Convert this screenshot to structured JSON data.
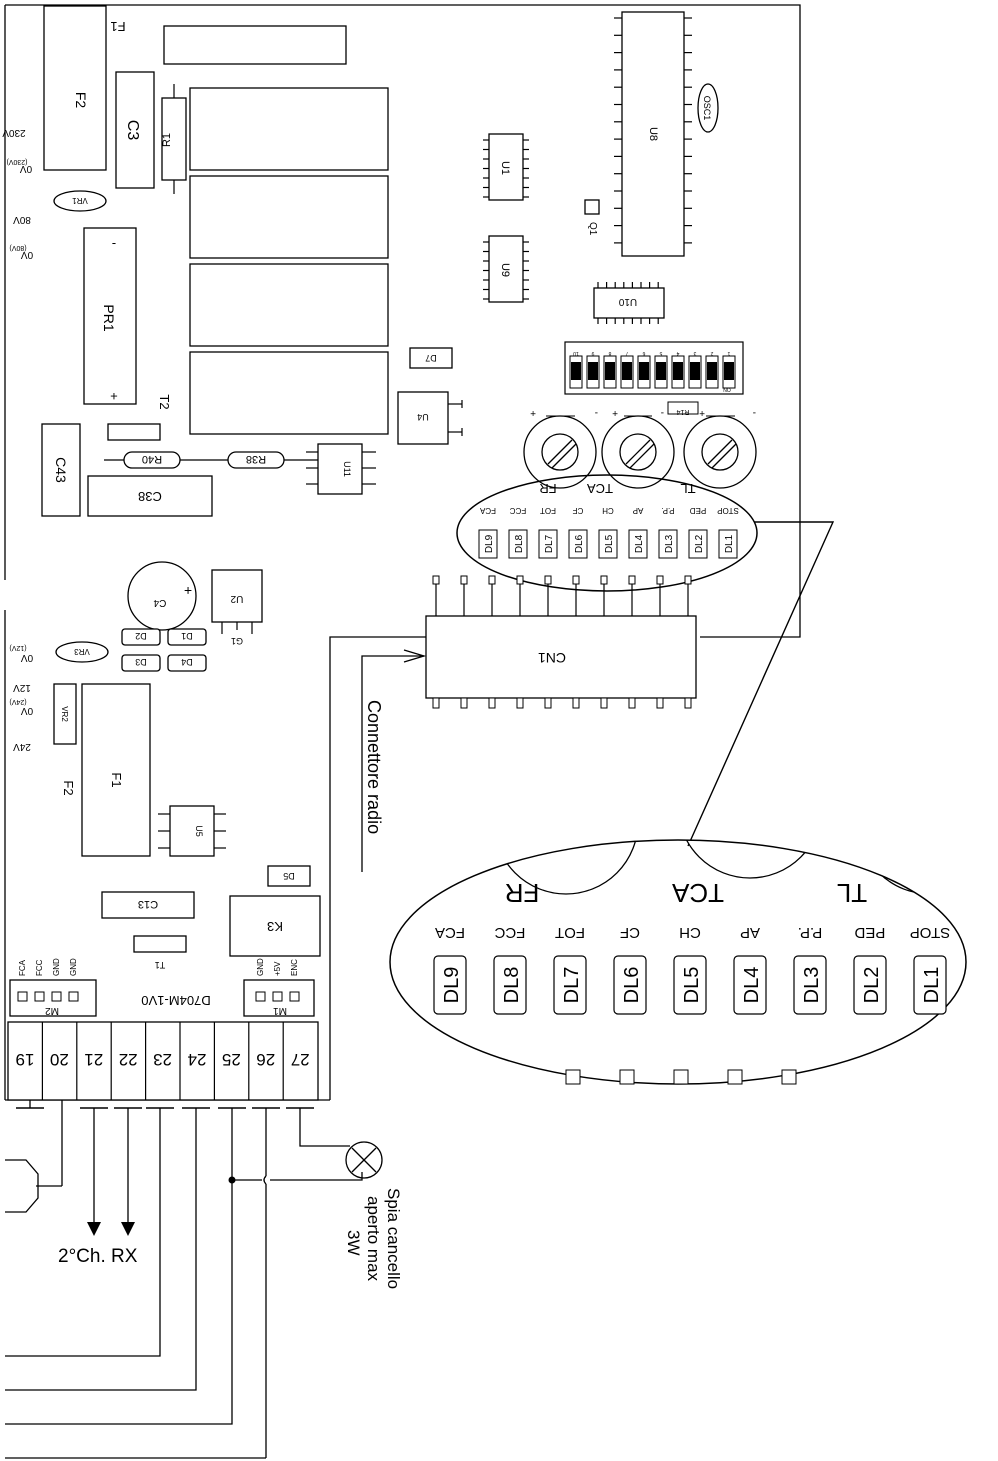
{
  "labels": {
    "board_code": "D704M-1V0",
    "cn1": "CN1",
    "f1_top": "F1",
    "f2_top": "F2",
    "f1_low": "F1",
    "f2_low": "F2",
    "c3": "C3",
    "r1": "R1",
    "u1": "U1",
    "u8": "U8",
    "u9": "U9",
    "u10": "U10",
    "osc1": "OSC1",
    "q1": "Q1",
    "pr1": "PR1",
    "t2": "T2",
    "c43": "C43",
    "r40": "R40",
    "r38": "R38",
    "c38": "C38",
    "u11": "U11",
    "u4": "U4",
    "d7": "D7",
    "r14": "R14",
    "c4": "C4",
    "u2": "U2",
    "g1": "G1",
    "d1": "D1",
    "d2": "D2",
    "d3": "D3",
    "d4": "D4",
    "vr1": "VR1",
    "vr2": "VR2",
    "vr3": "VR3",
    "u5": "U5",
    "d5": "D5",
    "c13": "C13",
    "k3": "K3",
    "t1": "T1",
    "m1": "M1",
    "m2": "M2",
    "pr1_minus": "-",
    "pr1_plus": "+",
    "c4_plus": "+",
    "v230": "230V",
    "v0_230": "0V",
    "v0_230_paren": "(230V)",
    "v80": "80V",
    "v0_80": "0V",
    "v0_80_paren": "(80V)",
    "v0_12": "0V",
    "v0_12_paren": "(12V)",
    "v12": "12V",
    "v0_24": "0V",
    "v0_24_paren": "(24V)",
    "v24": "24V",
    "connettore_radio": "Connettore radio",
    "spia_line1": "Spia cancello",
    "spia_line2": "aperto max",
    "spia_line3": "3W",
    "ch2_rx": "2°Ch. RX"
  },
  "trimmers": [
    "FR",
    "TCA",
    "TL"
  ],
  "led_functions": [
    "FCA",
    "FCC",
    "FOT",
    "CF",
    "CH",
    "AP",
    "P.P.",
    "PED",
    "STOP"
  ],
  "leds": [
    "DL9",
    "DL8",
    "DL7",
    "DL6",
    "DL5",
    "DL4",
    "DL3",
    "DL2",
    "DL1"
  ],
  "terminals": [
    "19",
    "20",
    "21",
    "22",
    "23",
    "24",
    "25",
    "26",
    "27"
  ],
  "m1_pins": [
    "GND",
    "+5V",
    "ENC"
  ],
  "m2_pins": [
    "FCA",
    "FCC",
    "GND",
    "GND"
  ],
  "dip_numbers": [
    "10",
    "9",
    "8",
    "7",
    "6",
    "5",
    "4",
    "3",
    "2",
    "1"
  ],
  "dip_on": "ON"
}
